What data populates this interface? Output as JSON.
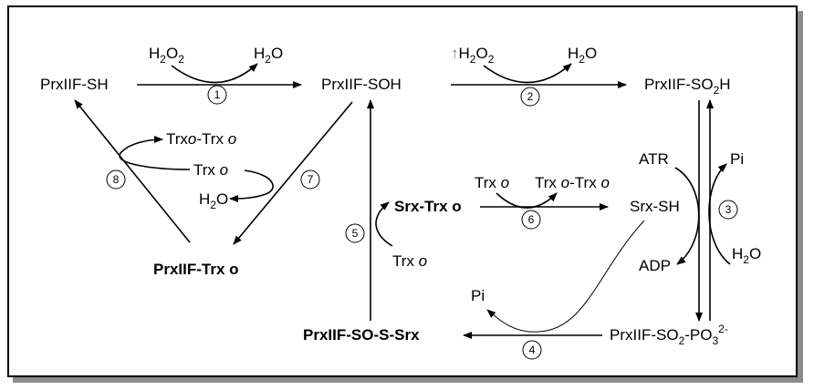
{
  "labels": {
    "prx_sh": "PrxIIF-SH",
    "prx_soh": "PrxIIF-SOH",
    "prx_so2h_a": "PrxIIF-SO",
    "prx_so2h_sub": "2",
    "prx_so2h_b": "H",
    "h2o2_a": "H",
    "h2o2_sub1": "2",
    "h2o2_b": "O",
    "h2o2_sub2": "2",
    "water_a": "H",
    "water_sub": "2",
    "water_b": "O",
    "up_arrow": "↑",
    "trx_o": "Trx o",
    "trx": "Trx",
    "o": "o",
    "trx_dimer": "Trx o-Trx o",
    "dash_trx": "-Trx",
    "prx_trx": "PrxIIF-Trx o",
    "srx_trx": "Srx-Trx o",
    "srx_sh": "Srx-SH",
    "atr": "ATR",
    "adp": "ADP",
    "pi": "Pi",
    "prx_sos_srx": "PrxIIF-SO-S-Srx",
    "prx_po3_a": "PrxIIF-SO",
    "prx_po3_sub": "2",
    "prx_po3_b": "-PO",
    "prx_po3_sub2": "3",
    "prx_po3_sup": "2-"
  },
  "steps": [
    "1",
    "2",
    "3",
    "4",
    "5",
    "6",
    "7",
    "8"
  ]
}
